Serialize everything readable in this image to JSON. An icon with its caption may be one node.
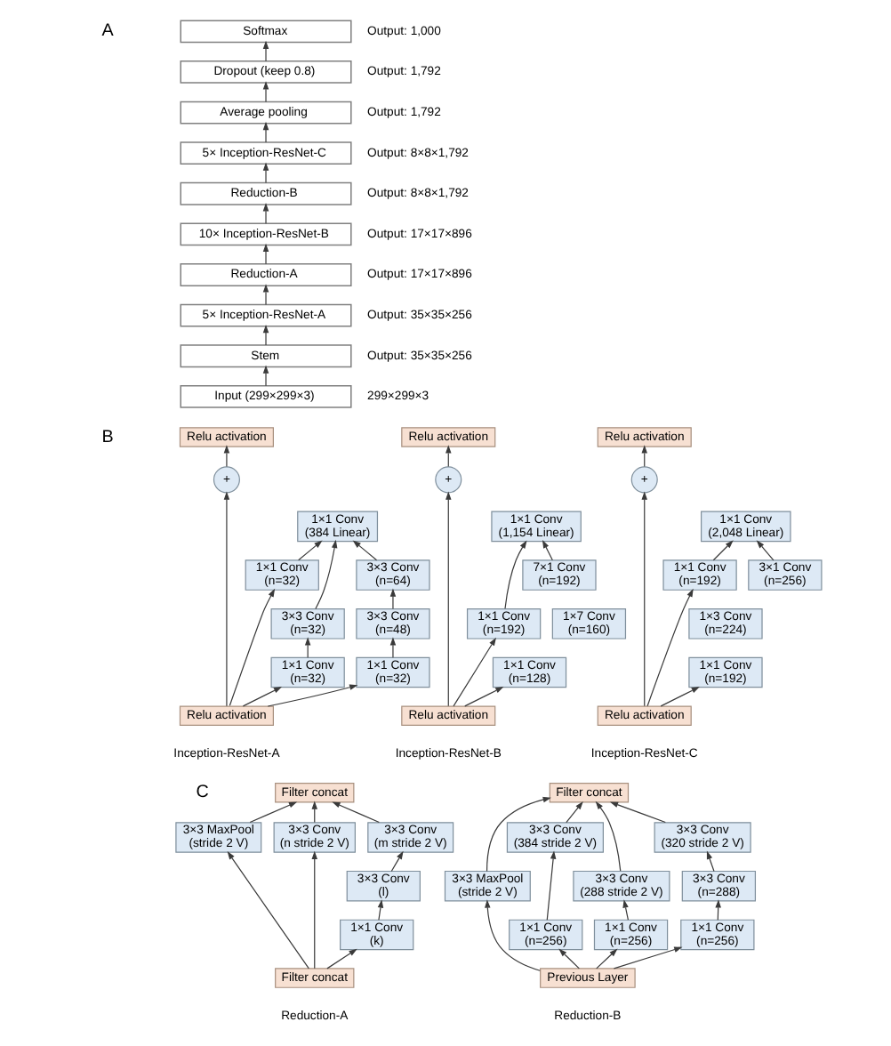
{
  "diagram": {
    "nodes": [
      {
        "text": [
          "Softmax"
        ],
        "beside": [
          "Output: 1,000"
        ]
      },
      {
        "text": [
          "Dropout (keep 0.8)"
        ],
        "beside": [
          "Output: 1,792"
        ]
      },
      {
        "text": [
          "Average pooling"
        ],
        "beside": [
          "Output: 1,792"
        ]
      },
      {
        "text": [
          "5× Inception-ResNet-C"
        ],
        "beside": [
          "Output: 8×8×1,792"
        ]
      },
      {
        "text": [
          "Reduction-B"
        ],
        "beside": [
          "Output: 8×8×1,792"
        ]
      },
      {
        "text": [
          "10× Inception-ResNet-B"
        ],
        "beside": [
          "Output: 17×17×896"
        ]
      },
      {
        "text": [
          "Reduction-A"
        ],
        "beside": [
          "Output: 17×17×896"
        ]
      },
      {
        "text": [
          "5× Inception-ResNet-A"
        ],
        "beside": [
          "Output: 35×35×256"
        ]
      },
      {
        "text": [
          "Stem"
        ],
        "beside": [
          "Output: 35×35×256"
        ]
      },
      {
        "text": [
          "Input (299×299×3)"
        ],
        "beside": [
          "299×299×3"
        ]
      },
      {
        "text": [
          "Relu activation"
        ]
      },
      {
        "text": [
          "+"
        ]
      },
      {
        "text": [
          "1×1 Conv (384 Linear)"
        ]
      },
      {
        "text": [
          "1×1 Conv (n=32)"
        ]
      },
      {
        "text": [
          "3×3 Conv (n=64)"
        ]
      },
      {
        "text": [
          "3×3 Conv (n=32)"
        ]
      },
      {
        "text": [
          "3×3 Conv (n=48)"
        ]
      },
      {
        "text": [
          "1×1 Conv (n=32)"
        ]
      },
      {
        "text": [
          "1×1 Conv (n=32)"
        ]
      },
      {
        "text": [
          "Relu activation"
        ]
      },
      {
        "text": [
          "Relu activation"
        ]
      },
      {
        "text": [
          "+"
        ]
      },
      {
        "text": [
          "1×1 Conv (1,154 Linear)"
        ]
      },
      {
        "text": [
          "1×1 Conv (n=192)"
        ]
      },
      {
        "text": [
          "7×1 Conv (n=192)"
        ]
      },
      {
        "text": [
          "1×7 Conv (n=160)"
        ]
      },
      {
        "text": [
          "1×1 Conv (n=128)"
        ]
      },
      {
        "text": [
          "Relu activation"
        ]
      },
      {
        "text": [
          "Relu activation"
        ]
      },
      {
        "text": [
          "+"
        ]
      },
      {
        "text": [
          "1×1 Conv (2,048 Linear)"
        ]
      },
      {
        "text": [
          "1×1 Conv (n=192)"
        ]
      },
      {
        "text": [
          "3×1 Conv (n=256)"
        ]
      },
      {
        "text": [
          "1×3 Conv (n=224)"
        ]
      },
      {
        "text": [
          "1×1 Conv (n=192)"
        ]
      },
      {
        "text": [
          "Relu activation"
        ]
      },
      {
        "text": [
          "Filter concat"
        ]
      },
      {
        "text": [
          "3×3 Conv (m stride 2 V)"
        ]
      },
      {
        "text": [
          "3×3 MaxPool (stride 2 V)"
        ]
      },
      {
        "text": [
          "3×3 Conv (n stride 2 V)"
        ]
      },
      {
        "text": [
          "3×3 Conv (l)"
        ]
      },
      {
        "text": [
          "1×1 Conv (k)"
        ]
      },
      {
        "text": [
          "Filter concat"
        ]
      },
      {
        "text": [
          "Filter concat"
        ]
      },
      {
        "text": [
          "3×3 Conv (384 stride 2 V)"
        ]
      },
      {
        "text": [
          "3×3 Conv (288 stride 2 V)"
        ]
      },
      {
        "text": [
          "3×3 Conv (320 stride 2 V)"
        ]
      },
      {
        "text": [
          "3×3 MaxPool (stride 2 V)"
        ]
      },
      {
        "text": [
          "3×3 Conv (n=288)"
        ]
      },
      {
        "text": [
          "1×1 Conv (n=256)"
        ]
      },
      {
        "text": [
          "1×1 Conv (n=256)"
        ]
      },
      {
        "text": [
          "1×1 Conv (n=256)"
        ]
      },
      {
        "text": [
          "Previous Layer"
        ]
      }
    ],
    "edges": [
      {
        "from": 9,
        "to": 8,
        "arrow": "to"
      },
      {
        "from": 8,
        "to": 7,
        "arrow": "to"
      },
      {
        "from": 7,
        "to": 6,
        "arrow": "to"
      },
      {
        "from": 6,
        "to": 5,
        "arrow": "to"
      },
      {
        "from": 5,
        "to": 4,
        "arrow": "to"
      },
      {
        "from": 4,
        "to": 3,
        "arrow": "to"
      },
      {
        "from": 3,
        "to": 2,
        "arrow": "to"
      },
      {
        "from": 2,
        "to": 1,
        "arrow": "to"
      },
      {
        "from": 1,
        "to": 0,
        "arrow": "to"
      },
      {
        "from": 19,
        "to": 11,
        "arrow": "to"
      },
      {
        "from": 11,
        "to": 10,
        "arrow": "to"
      },
      {
        "from": 19,
        "to": 13,
        "arrow": "to"
      },
      {
        "from": 19,
        "to": 17,
        "arrow": "to"
      },
      {
        "from": 19,
        "to": 18,
        "arrow": "to"
      },
      {
        "from": 17,
        "to": 15,
        "arrow": "to"
      },
      {
        "from": 15,
        "to": 12,
        "arrow": "to"
      },
      {
        "from": 13,
        "to": 12,
        "arrow": "to"
      },
      {
        "from": 18,
        "to": 16,
        "arrow": "to"
      },
      {
        "from": 16,
        "to": 14,
        "arrow": "to"
      },
      {
        "from": 14,
        "to": 12,
        "arrow": "to"
      },
      {
        "from": 27,
        "to": 21,
        "arrow": "to"
      },
      {
        "from": 21,
        "to": 20,
        "arrow": "to"
      },
      {
        "from": 27,
        "to": 23,
        "arrow": "to"
      },
      {
        "from": 27,
        "to": 26,
        "arrow": "to"
      },
      {
        "from": 23,
        "to": 22,
        "arrow": "to"
      },
      {
        "from": 24,
        "to": 22,
        "arrow": "to"
      },
      {
        "from": 35,
        "to": 29,
        "arrow": "to"
      },
      {
        "from": 29,
        "to": 28,
        "arrow": "to"
      },
      {
        "from": 35,
        "to": 31,
        "arrow": "to"
      },
      {
        "from": 35,
        "to": 34,
        "arrow": "to"
      },
      {
        "from": 31,
        "to": 30,
        "arrow": "to"
      },
      {
        "from": 32,
        "to": 30,
        "arrow": "to"
      },
      {
        "from": 42,
        "to": 38,
        "arrow": "to"
      },
      {
        "from": 42,
        "to": 39,
        "arrow": "to"
      },
      {
        "from": 42,
        "to": 41,
        "arrow": "to"
      },
      {
        "from": 41,
        "to": 40,
        "arrow": "to"
      },
      {
        "from": 40,
        "to": 37,
        "arrow": "to"
      },
      {
        "from": 38,
        "to": 36,
        "arrow": "to"
      },
      {
        "from": 39,
        "to": 36,
        "arrow": "to"
      },
      {
        "from": 37,
        "to": 36,
        "arrow": "to"
      },
      {
        "from": 52,
        "to": 47,
        "arrow": "to"
      },
      {
        "from": 52,
        "to": 49,
        "arrow": "to"
      },
      {
        "from": 52,
        "to": 50,
        "arrow": "to"
      },
      {
        "from": 52,
        "to": 51,
        "arrow": "to"
      },
      {
        "from": 49,
        "to": 44,
        "arrow": "to"
      },
      {
        "from": 50,
        "to": 45,
        "arrow": "to"
      },
      {
        "from": 51,
        "to": 48,
        "arrow": "to"
      },
      {
        "from": 48,
        "to": 46,
        "arrow": "to"
      },
      {
        "from": 47,
        "to": 43,
        "arrow": "to"
      },
      {
        "from": 44,
        "to": 43,
        "arrow": "to"
      },
      {
        "from": 45,
        "to": 43,
        "arrow": "to"
      },
      {
        "from": 46,
        "to": 43,
        "arrow": "to"
      }
    ],
    "labels": [
      "A",
      "B",
      "Inception-ResNet-A",
      "Inception-ResNet-B",
      "Inception-ResNet-C",
      "C",
      "Reduction-A",
      "Reduction-B"
    ]
  }
}
